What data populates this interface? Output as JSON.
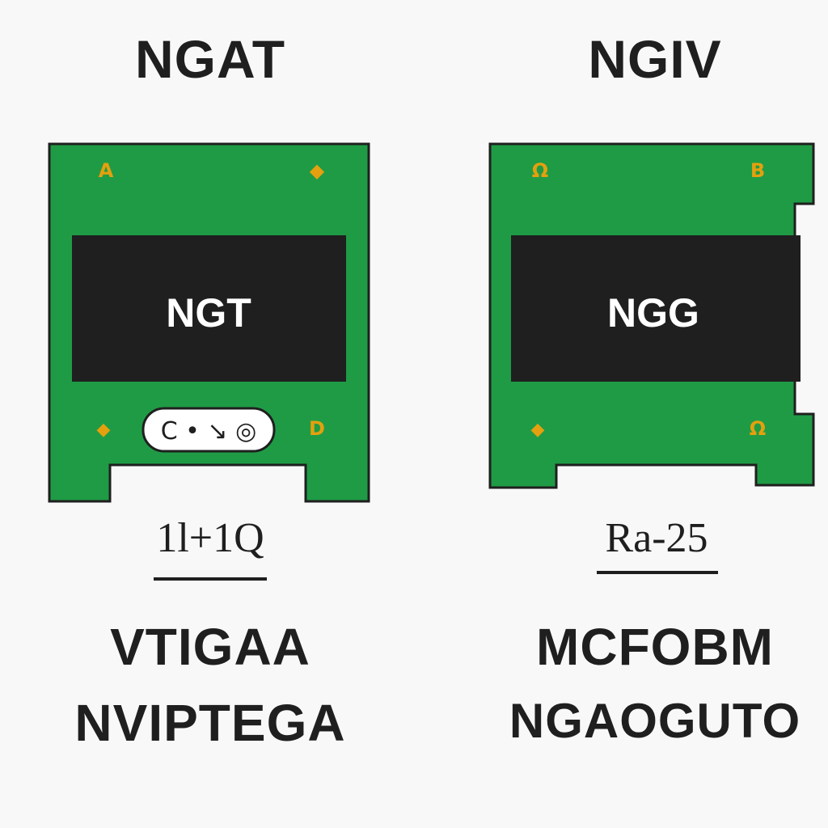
{
  "left": {
    "title": "NGAT",
    "chip_label": "NGT",
    "connector_label": "C • ↘ ◎",
    "corner_glyphs": [
      "A",
      "◆",
      "◆",
      "D"
    ],
    "code": "1l+1Q",
    "caption_line1": "VTIGAA",
    "caption_line2": "NVIPTEGA"
  },
  "right": {
    "title": "NGIV",
    "chip_label": "NGG",
    "corner_glyphs": [
      "Ω",
      "B",
      "◆",
      "Ω"
    ],
    "code": "Ra-25",
    "caption_line1": "MCFOBM",
    "caption_line2": "NGAOGUTO"
  },
  "colors": {
    "board": "#1f9b45",
    "chip": "#1f1f1f",
    "glyph": "#e4a00e",
    "ink": "#1f1f1f",
    "background": "#f8f8f8"
  }
}
